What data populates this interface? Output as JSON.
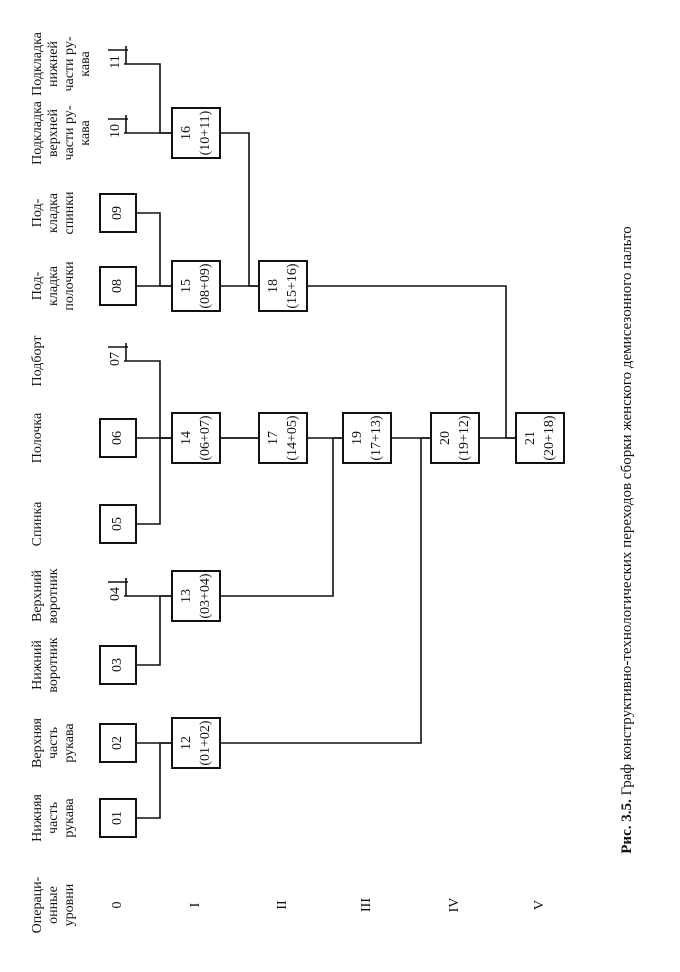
{
  "caption": {
    "prefix": "Рис. 3.5.",
    "text": "Граф конструктивно-технологических переходов сборки женского демисезонного пальто"
  },
  "levels_header": [
    "Операци-",
    "онные",
    "уровни"
  ],
  "levels": [
    "0",
    "I",
    "II",
    "III",
    "IV",
    "V"
  ],
  "columns": [
    {
      "id": "01",
      "label": [
        "Нижняя",
        "часть",
        "рукава"
      ]
    },
    {
      "id": "02",
      "label": [
        "Верхняя",
        "часть",
        "рукава"
      ]
    },
    {
      "id": "03",
      "label": [
        "Нижний",
        "воротник"
      ]
    },
    {
      "id": "04",
      "label": [
        "Верхний",
        "воротник"
      ]
    },
    {
      "id": "05",
      "label": [
        "Спинка"
      ]
    },
    {
      "id": "06",
      "label": [
        "Полочка"
      ]
    },
    {
      "id": "07",
      "label": [
        "Подборт"
      ]
    },
    {
      "id": "08",
      "label": [
        "Под-",
        "кладка",
        "полочки"
      ]
    },
    {
      "id": "09",
      "label": [
        "Под-",
        "кладка",
        "спинки"
      ]
    },
    {
      "id": "10",
      "label": [
        "Подкладка",
        "верхней",
        "части ру-",
        "кава"
      ]
    },
    {
      "id": "11",
      "label": [
        "Подкладка",
        "нижней",
        "части ру-",
        "кава"
      ]
    }
  ],
  "nodes": [
    {
      "id": "01",
      "level": 0,
      "boxed": true
    },
    {
      "id": "02",
      "level": 0,
      "boxed": true
    },
    {
      "id": "03",
      "level": 0,
      "boxed": true
    },
    {
      "id": "04",
      "level": 0,
      "boxed": false
    },
    {
      "id": "05",
      "level": 0,
      "boxed": true
    },
    {
      "id": "06",
      "level": 0,
      "boxed": true
    },
    {
      "id": "07",
      "level": 0,
      "boxed": false
    },
    {
      "id": "08",
      "level": 0,
      "boxed": true
    },
    {
      "id": "09",
      "level": 0,
      "boxed": true
    },
    {
      "id": "10",
      "level": 0,
      "boxed": false
    },
    {
      "id": "11",
      "level": 0,
      "boxed": false
    },
    {
      "id": "12",
      "level": 1,
      "sub": "(01+02)",
      "boxed": true
    },
    {
      "id": "13",
      "level": 1,
      "sub": "(03+04)",
      "boxed": true
    },
    {
      "id": "14",
      "level": 1,
      "sub": "(06+07)",
      "boxed": true
    },
    {
      "id": "15",
      "level": 1,
      "sub": "(08+09)",
      "boxed": true
    },
    {
      "id": "16",
      "level": 1,
      "sub": "(10+11)",
      "boxed": true
    },
    {
      "id": "17",
      "level": 2,
      "sub": "(14+05)",
      "boxed": true
    },
    {
      "id": "18",
      "level": 2,
      "sub": "(15+16)",
      "boxed": true
    },
    {
      "id": "19",
      "level": 3,
      "sub": "(17+13)",
      "boxed": true
    },
    {
      "id": "20",
      "level": 4,
      "sub": "(19+12)",
      "boxed": true
    },
    {
      "id": "21",
      "level": 5,
      "sub": "(20+18)",
      "boxed": true
    }
  ],
  "edges": [
    [
      "01",
      "12"
    ],
    [
      "02",
      "12"
    ],
    [
      "03",
      "13"
    ],
    [
      "04",
      "13"
    ],
    [
      "06",
      "14"
    ],
    [
      "07",
      "14"
    ],
    [
      "08",
      "15"
    ],
    [
      "09",
      "15"
    ],
    [
      "10",
      "16"
    ],
    [
      "11",
      "16"
    ],
    [
      "14",
      "17"
    ],
    [
      "05",
      "17"
    ],
    [
      "15",
      "18"
    ],
    [
      "16",
      "18"
    ],
    [
      "17",
      "19"
    ],
    [
      "13",
      "19"
    ],
    [
      "19",
      "20"
    ],
    [
      "12",
      "20"
    ],
    [
      "20",
      "21"
    ],
    [
      "18",
      "21"
    ]
  ]
}
